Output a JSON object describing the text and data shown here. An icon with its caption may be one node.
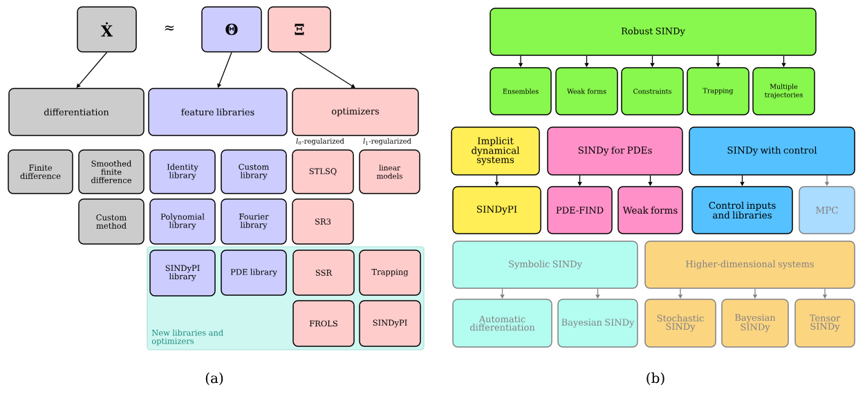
{
  "diagram": {
    "nodes": [
      {
        "text": [
          "Ẋ"
        ]
      },
      {
        "text": [
          "Θ"
        ]
      },
      {
        "text": [
          "Ξ"
        ]
      },
      {
        "text": [
          "differentiation"
        ]
      },
      {
        "text": [
          "feature libraries"
        ]
      },
      {
        "text": [
          "optimizers"
        ]
      },
      {
        "text": [
          "Finite difference"
        ]
      },
      {
        "text": [
          "Smoothed finite difference"
        ]
      },
      {
        "text": [
          "Identity library"
        ]
      },
      {
        "text": [
          "Custom library"
        ]
      },
      {
        "text": [
          "STLSQ"
        ]
      },
      {
        "text": [
          "linear models"
        ]
      },
      {
        "text": [
          "Custom method"
        ]
      },
      {
        "text": [
          "Polynomial library"
        ]
      },
      {
        "text": [
          "Fourier library"
        ]
      },
      {
        "text": [
          "SR3"
        ]
      },
      {
        "text": [
          "New libraries and optimizers"
        ]
      },
      {
        "text": [
          "SINDyPI library"
        ],
        "in": 16
      },
      {
        "text": [
          "PDE library"
        ],
        "in": 16
      },
      {
        "text": [
          "SSR"
        ],
        "in": 16
      },
      {
        "text": [
          "Trapping"
        ],
        "in": 16
      },
      {
        "text": [
          "FROLS"
        ],
        "in": 16
      },
      {
        "text": [
          "SINDyPI"
        ],
        "in": 16
      },
      {
        "text": [
          "Robust SINDy"
        ]
      },
      {
        "text": [
          "Ensembles"
        ]
      },
      {
        "text": [
          "Weak forms"
        ]
      },
      {
        "text": [
          "Constraints"
        ]
      },
      {
        "text": [
          "Trapping"
        ]
      },
      {
        "text": [
          "Multiple trajectories"
        ]
      },
      {
        "text": [
          "Implicit dynamical systems"
        ]
      },
      {
        "text": [
          "SINDy for PDEs"
        ]
      },
      {
        "text": [
          "SINDy with control"
        ]
      },
      {
        "text": [
          "SINDyPI"
        ]
      },
      {
        "text": [
          "PDE-FIND"
        ]
      },
      {
        "text": [
          "Weak forms"
        ]
      },
      {
        "text": [
          "Control inputs and libraries"
        ]
      },
      {
        "text": [
          "MPC"
        ]
      },
      {
        "text": [
          "Symbolic SINDy"
        ]
      },
      {
        "text": [
          "Higher-dimensional systems"
        ]
      },
      {
        "text": [
          "Automatic differentiation"
        ]
      },
      {
        "text": [
          "Bayesian SINDy"
        ]
      },
      {
        "text": [
          "Stochastic SINDy"
        ]
      },
      {
        "text": [
          "Bayesian SINDy"
        ]
      },
      {
        "text": [
          "Tensor SINDy"
        ]
      }
    ],
    "edges": [
      {
        "from": 0,
        "to": 3,
        "arrow": "to"
      },
      {
        "from": 1,
        "to": 4,
        "arrow": "to"
      },
      {
        "from": 2,
        "to": 5,
        "arrow": "to"
      },
      {
        "from": 23,
        "to": 24,
        "arrow": "to"
      },
      {
        "from": 23,
        "to": 25,
        "arrow": "to"
      },
      {
        "from": 23,
        "to": 26,
        "arrow": "to"
      },
      {
        "from": 23,
        "to": 27,
        "arrow": "to"
      },
      {
        "from": 23,
        "to": 28,
        "arrow": "to"
      },
      {
        "from": 29,
        "to": 32,
        "arrow": "to"
      },
      {
        "from": 30,
        "to": 33,
        "arrow": "to"
      },
      {
        "from": 30,
        "to": 34,
        "arrow": "to"
      },
      {
        "from": 31,
        "to": 35,
        "arrow": "to"
      },
      {
        "from": 31,
        "to": 36,
        "arrow": "to",
        "color": "#808080"
      },
      {
        "from": 37,
        "to": 39,
        "arrow": "to",
        "color": "#808080"
      },
      {
        "from": 37,
        "to": 40,
        "arrow": "to",
        "color": "#808080"
      },
      {
        "from": 38,
        "to": 41,
        "arrow": "to",
        "color": "#808080"
      },
      {
        "from": 38,
        "to": 42,
        "arrow": "to",
        "color": "#808080"
      },
      {
        "from": 38,
        "to": 43,
        "arrow": "to",
        "color": "#808080"
      }
    ],
    "labels": [
      "≈",
      "*l*$_{0}$-regularized",
      "*l*$_{1}$-regularized",
      "(a)",
      "(b)"
    ]
  }
}
